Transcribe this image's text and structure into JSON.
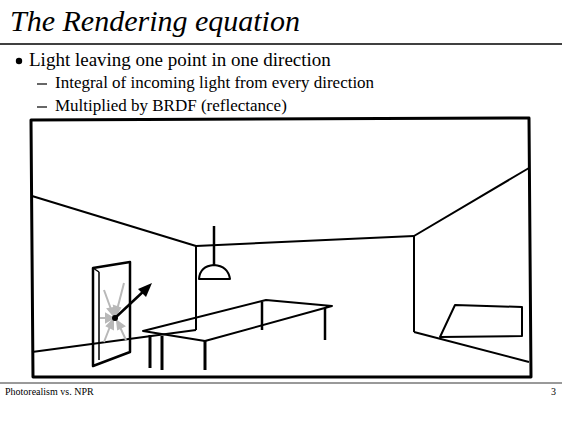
{
  "diagram": {
    "title": "The Rendering equation",
    "labels": [
      "Light leaving one point in one direction",
      "Integral of incoming light from every direction",
      "Multiplied by BRDF (reflectance)",
      "Photorealism vs. NPR",
      "3"
    ]
  }
}
